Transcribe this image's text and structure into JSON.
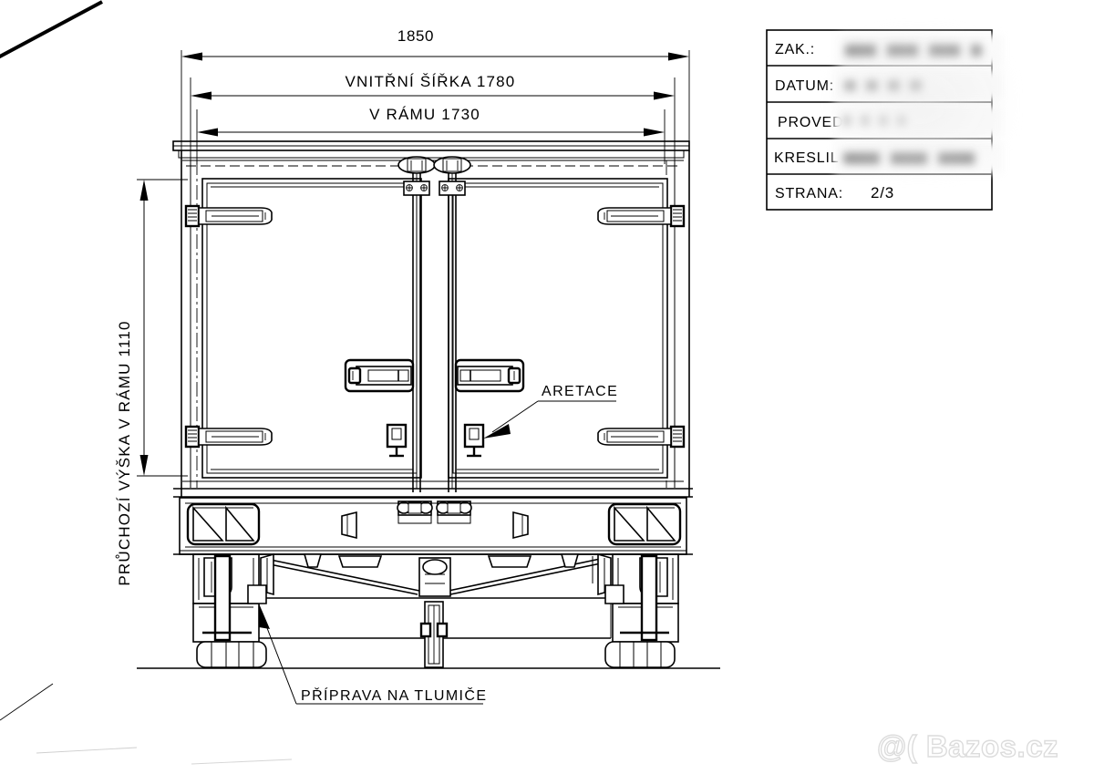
{
  "document": {
    "kind": "technical-drawing",
    "subject": "Rear view of box-body trailer with double doors",
    "language": "cs"
  },
  "dimensions": {
    "overall_width": "1850",
    "inner_width_label": "VNITŘNÍ ŠÍŘKA 1780",
    "frame_width_label": "V RÁMU 1730",
    "pass_height_label": "PRŮCHOZÍ VÝŠKA V RÁMU 1110"
  },
  "callouts": {
    "aretace": "ARETACE",
    "tlumice": "PŘÍPRAVA NA TLUMIČE"
  },
  "title_block": {
    "rows": [
      {
        "label": "ZAK.:",
        "value": "",
        "redacted": true
      },
      {
        "label": "DATUM:",
        "value": "",
        "redacted": true
      },
      {
        "label": "PROVEDENÍ",
        "value": "",
        "redacted": true
      },
      {
        "label": "KRESLIL",
        "value": "",
        "redacted": true
      },
      {
        "label": "STRANA:",
        "value": "2/3",
        "redacted": false
      }
    ]
  },
  "watermark": {
    "text": "@( Bazos.cz",
    "color": "#dcdcdc"
  },
  "colors": {
    "ink": "#000000",
    "paper": "#ffffff",
    "watermark": "#dcdcdc",
    "smudge": "#b9b9b9"
  }
}
